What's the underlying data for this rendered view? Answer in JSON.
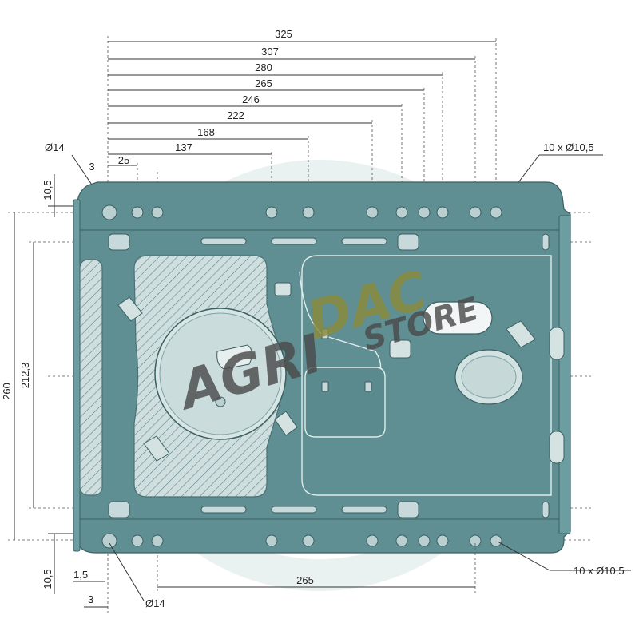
{
  "dimensions": {
    "top_widths": [
      "325",
      "307",
      "280",
      "265",
      "246",
      "222",
      "168",
      "137",
      "25",
      "3"
    ],
    "hole_dia_top": "Ø14",
    "hole_dia_bottom": "Ø14",
    "holes_note_top": "10 x Ø10,5",
    "holes_note_bottom": "10 x Ø10,5",
    "offset_top_left": "10,5",
    "offset_bottom_left": "10,5",
    "bottom_small": "1,5",
    "bottom_three": "3",
    "bottom_span": "265",
    "height_total": "260",
    "height_inner": "212,3"
  },
  "watermark": {
    "brand_part1": "AGRI",
    "brand_part2": "DAC",
    "brand_sub": "STORE",
    "color_dark": "#4a4a4a",
    "color_olive": "#8a8a3a"
  },
  "colors": {
    "plate": "#5f8f92",
    "outline": "#3c5f61",
    "hole": "#b9cfd0"
  }
}
